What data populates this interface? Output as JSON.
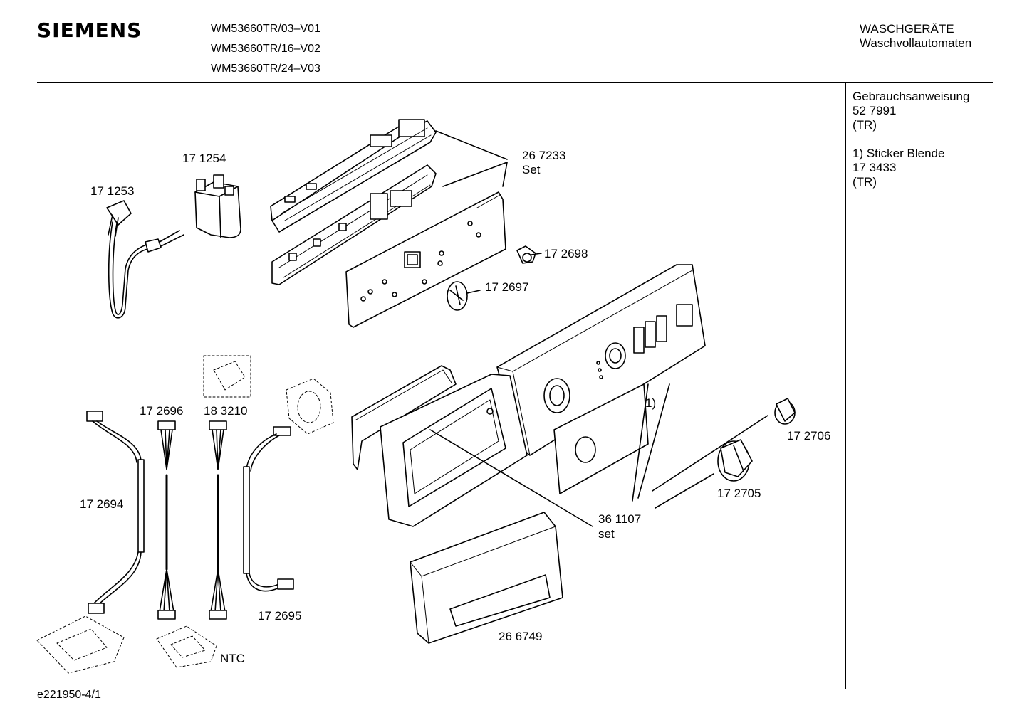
{
  "header": {
    "brand": "SIEMENS",
    "models": [
      "WM53660TR/03–V01",
      "WM53660TR/16–V02",
      "WM53660TR/24–V03"
    ],
    "category": "WASCHGERÄTE",
    "subcategory": "Waschvollautomaten"
  },
  "sidebar": {
    "manual_title": "Gebrauchsanweisung",
    "manual_number": "52 7991",
    "manual_lang": "(TR)",
    "note_title": "1) Sticker  Blende",
    "note_number": "17 3433",
    "note_lang": "(TR)"
  },
  "parts": {
    "p171253": "17 1253",
    "p171254": "17 1254",
    "p267233": "26 7233",
    "p267233_sub": "Set",
    "p172698": "17 2698",
    "p172697": "17 2697",
    "p172696": "17 2696",
    "p183210": "18 3210",
    "p172694": "17 2694",
    "p172695": "17 2695",
    "ntc": "NTC",
    "note_ref": "1)",
    "p361107": "36 1107",
    "p361107_sub": "set",
    "p172706": "17 2706",
    "p172705": "17 2705",
    "p266749": "26 6749"
  },
  "footer": {
    "drawing_id": "e221950-4/1"
  }
}
